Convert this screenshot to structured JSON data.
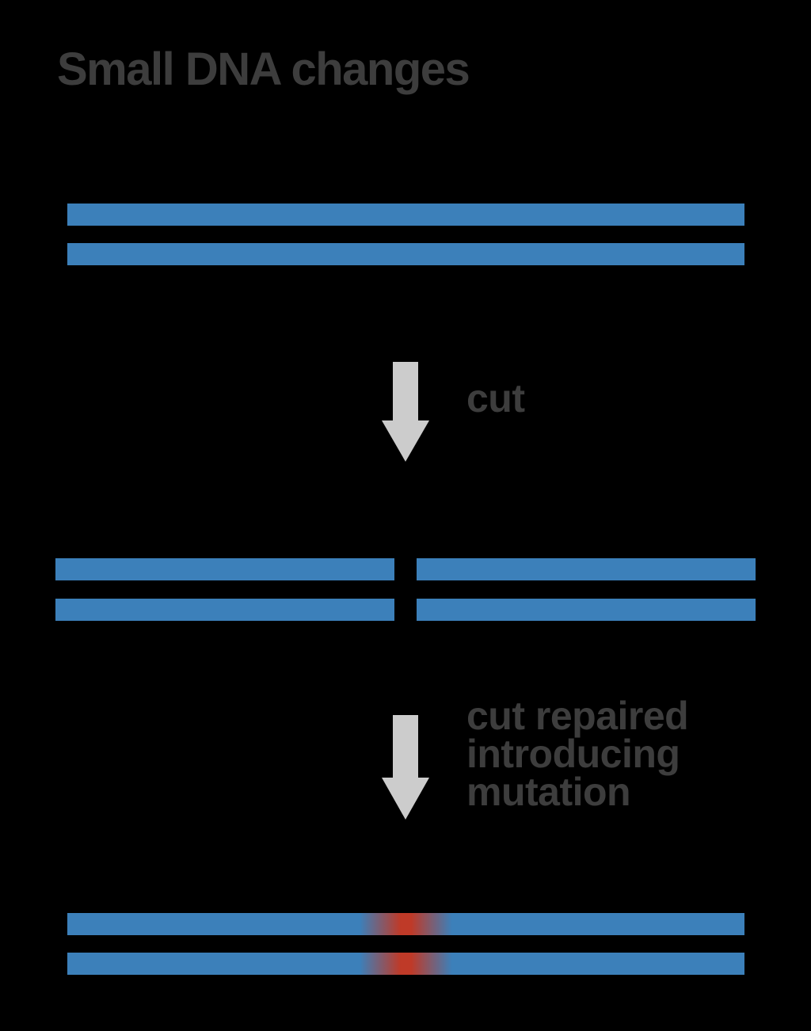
{
  "title": "Small DNA changes",
  "labels": {
    "step1": "cut",
    "step2_lines": [
      "cut repaired",
      "introducing",
      "mutation"
    ]
  },
  "icons": {
    "step1_arrow": "down-arrow",
    "step2_arrow": "down-arrow"
  },
  "colors": {
    "background": "#000000",
    "dna_blue": "#3c80ba",
    "mutation_red": "#bf3a28",
    "arrow_gray": "#cccccc",
    "text_gray": "#3d3d3d"
  }
}
